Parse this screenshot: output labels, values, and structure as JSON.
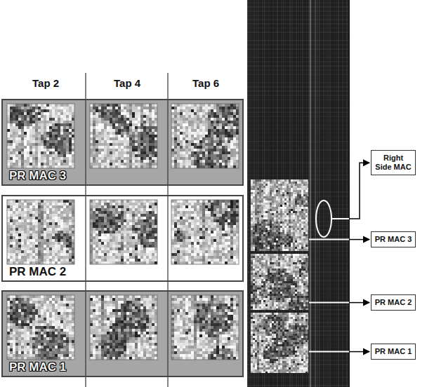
{
  "diagram": {
    "nodes": [
      {
        "text": [
          "PR MAC 3"
        ]
      },
      {
        "text": [
          "PR MAC 2"
        ]
      },
      {
        "text": [
          "PR MAC 1"
        ]
      },
      {
        "text": [
          "Right Side MAC"
        ]
      },
      {
        "text": [
          "PR MAC 3"
        ]
      },
      {
        "text": [
          "PR MAC 2"
        ]
      },
      {
        "text": [
          "PR MAC 1"
        ]
      }
    ],
    "labels": [
      "Tap 2",
      "Tap 4",
      "Tap 6"
    ]
  }
}
